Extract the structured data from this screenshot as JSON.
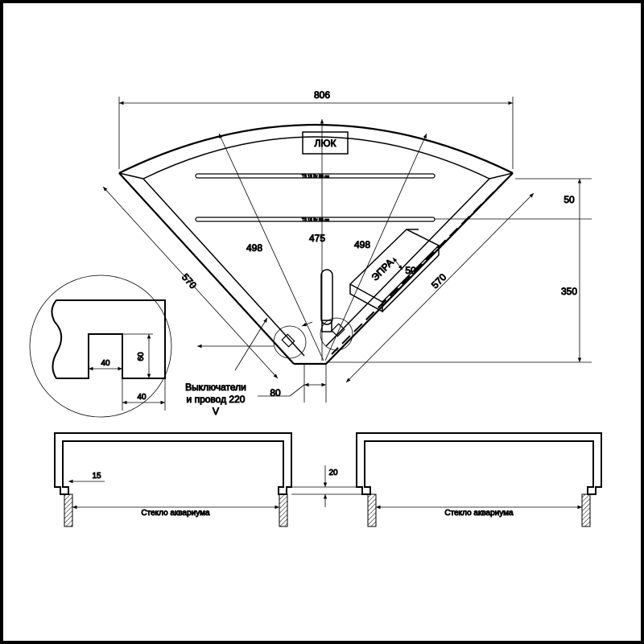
{
  "dimensions": {
    "width_total": "806",
    "radius_left": "498",
    "radius_center": "475",
    "radius_right": "498",
    "side_left": "570",
    "side_right": "570",
    "offset_top": "50",
    "depth": "350",
    "epra_offset": "50",
    "bottom_width": "80",
    "detail_notch_width": "40",
    "detail_notch_height": "60",
    "detail_edge": "40",
    "rim_width": "15",
    "rim_height": "20"
  },
  "labels": {
    "hatch": "ЛЮК",
    "ballast": "ЭПРА",
    "lamp_1": "T8 18 Вт 60 см",
    "lamp_2": "T8 18 Вт 60 см",
    "switches_line1": "Выключатели",
    "switches_line2": "и провод 220",
    "switches_line3": "V",
    "glass_left": "Стекло аквариума",
    "glass_right": "Стекло аквариума"
  }
}
